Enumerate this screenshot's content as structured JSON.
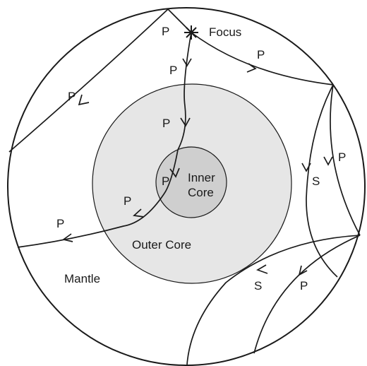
{
  "labels": {
    "focus": "Focus",
    "inner_core": "Inner\nCore",
    "outer_core": "Outer Core",
    "mantle": "Mantle"
  },
  "wave_labels": [
    {
      "id": "p-top-left",
      "text": "P"
    },
    {
      "id": "p-left-ray",
      "text": "P"
    },
    {
      "id": "p-top-right",
      "text": "P"
    },
    {
      "id": "p-down-1",
      "text": "P"
    },
    {
      "id": "p-down-2",
      "text": "P"
    },
    {
      "id": "p-inner",
      "text": "P"
    },
    {
      "id": "p-exit-1",
      "text": "P"
    },
    {
      "id": "p-exit-2",
      "text": "P"
    },
    {
      "id": "s-right",
      "text": "S"
    },
    {
      "id": "p-right",
      "text": "P"
    },
    {
      "id": "s-bottom",
      "text": "S"
    },
    {
      "id": "p-bottom",
      "text": "P"
    }
  ],
  "colors": {
    "outer_core_fill": "#e6e6e6",
    "inner_core_fill": "#cfcfcf",
    "line": "#1a1a1a"
  }
}
